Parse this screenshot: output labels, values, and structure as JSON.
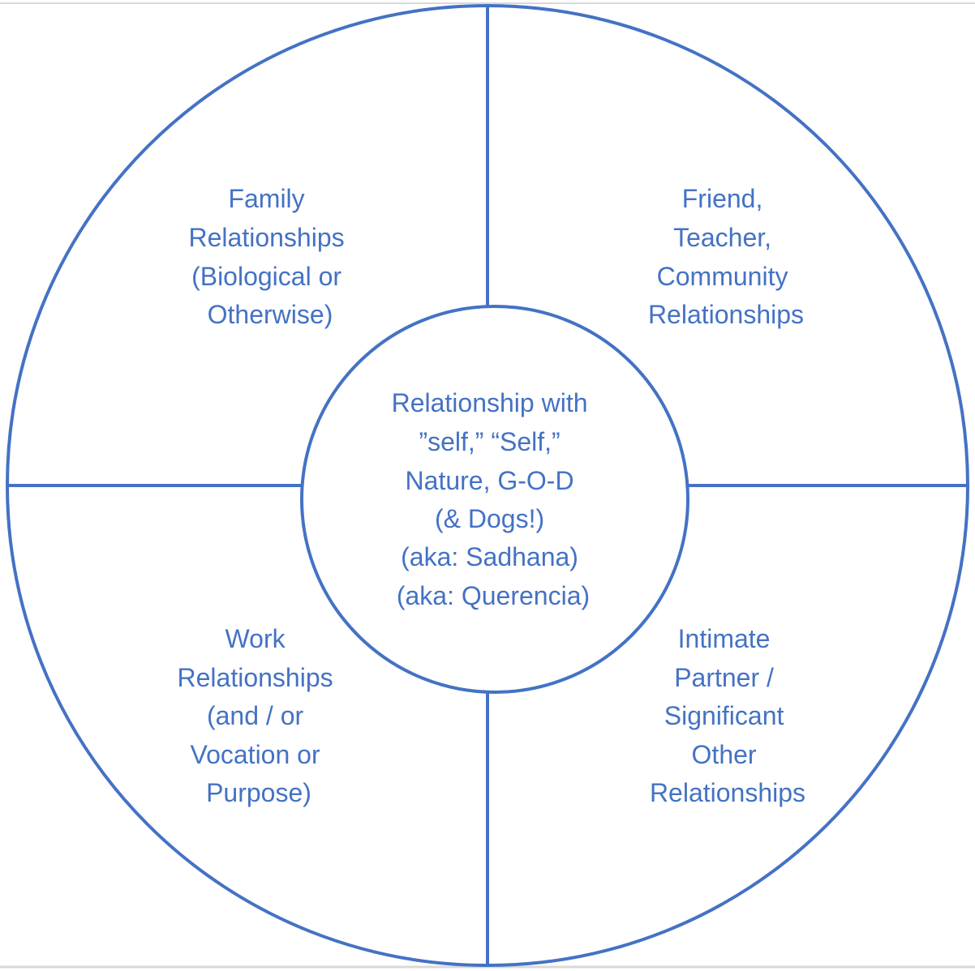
{
  "colors": {
    "stroke": "#4472C4",
    "text": "#4472C4",
    "background": "#FFFFFF",
    "frame_edge": "#D9D9D9"
  },
  "quadrants": {
    "top_left": [
      "Family",
      "Relationships",
      "(Biological or",
      "Otherwise)"
    ],
    "top_right": [
      "Friend,",
      "Teacher,",
      "Community",
      "Relationships"
    ],
    "bottom_left": [
      "Work",
      "Relationships",
      "(and / or",
      "Vocation or",
      "Purpose)"
    ],
    "bottom_right": [
      "Intimate",
      "Partner /",
      "Significant",
      "Other",
      "Relationships"
    ]
  },
  "center": [
    "Relationship with",
    "”self,” “Self,”",
    "Nature, G-O-D",
    "(& Dogs!)",
    "(aka: Sadhana)",
    "(aka: Querencia)"
  ]
}
